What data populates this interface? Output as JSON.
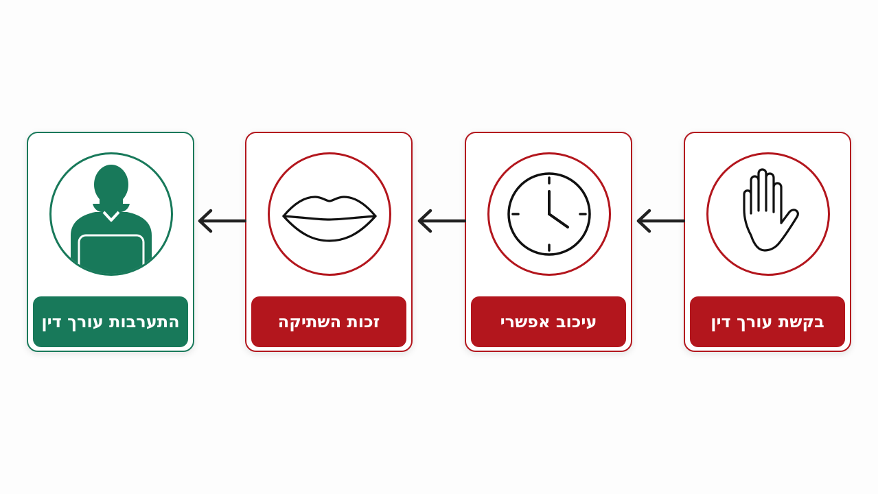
{
  "steps": [
    {
      "label": "בקשת עורך דין",
      "icon": "raised-hand-icon",
      "color": "#b3161d"
    },
    {
      "label": "עיכוב אפשרי",
      "icon": "clock-icon",
      "color": "#b3161d"
    },
    {
      "label": "זכות השתיקה",
      "icon": "lips-icon",
      "color": "#b3161d"
    },
    {
      "label": "התערבות עורך דין",
      "icon": "lawyer-icon",
      "color": "#18795a"
    }
  ],
  "colors": {
    "accent_red": "#b3161d",
    "accent_green": "#18795a",
    "arrow": "#222222"
  }
}
